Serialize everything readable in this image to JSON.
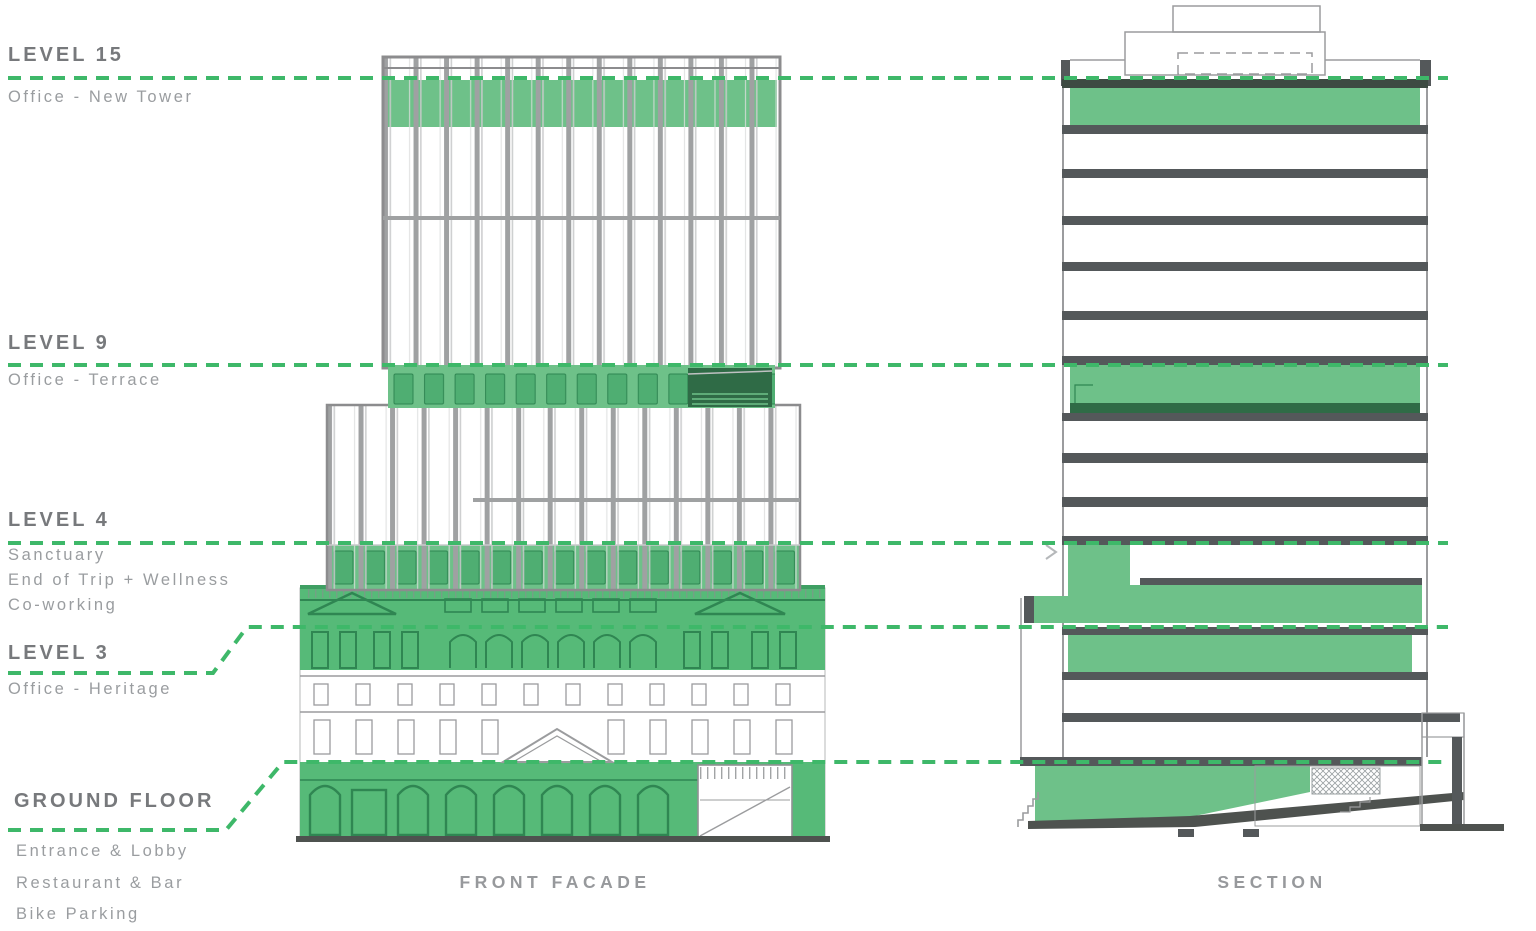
{
  "page_title": "Building level diagram - front facade and section",
  "colors": {
    "highlight_green": "#6ec189",
    "heritage_green": "#56ba78",
    "panel_green": "#4fae72",
    "deep_green": "#2f6b46",
    "outline_green": "#2f8652",
    "dash_green": "#3eb869",
    "slab_gray": "#54585a",
    "outline_gray": "#9b9c9e",
    "frame_gray": "#8c8c8e",
    "label_dark": "#77797c",
    "label_light": "#9a9da0",
    "caption_gray": "#97999c"
  },
  "levels": [
    {
      "id": "level-15",
      "label": "LEVEL 15",
      "sublabels": [
        "Office - New Tower"
      ]
    },
    {
      "id": "level-9",
      "label": "LEVEL 9",
      "sublabels": [
        "Office - Terrace"
      ]
    },
    {
      "id": "level-4",
      "label": "LEVEL 4",
      "sublabels": [
        "Sanctuary",
        "End of Trip + Wellness",
        "Co-working"
      ]
    },
    {
      "id": "level-3",
      "label": "LEVEL 3",
      "sublabels": [
        "Office - Heritage"
      ]
    },
    {
      "id": "ground-floor",
      "label": "GROUND FLOOR",
      "sublabels": [
        "Entrance & Lobby",
        "Restaurant & Bar",
        "Bike Parking"
      ]
    }
  ],
  "drawings": [
    {
      "caption": "FRONT FACADE"
    },
    {
      "caption": "SECTION"
    }
  ]
}
